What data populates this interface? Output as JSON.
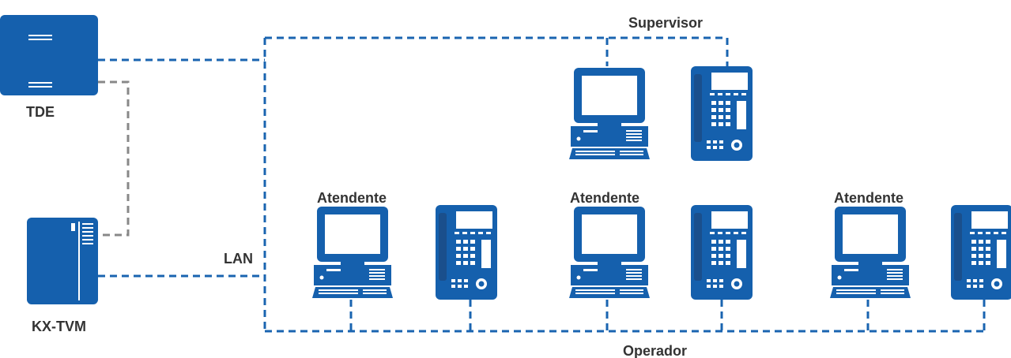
{
  "labels": {
    "pbx": "TDE",
    "voicemail": "KX-TVM",
    "lan": "LAN",
    "supervisor": "Supervisor",
    "operator": "Operador",
    "attendant_1": "Atendente",
    "attendant_2": "Atendente",
    "attendant_3": "Atendente"
  },
  "colors": {
    "device_blue": "#1560ad",
    "network_line": "#1a64b0",
    "link_line": "#888888",
    "label_text": "#333333"
  }
}
